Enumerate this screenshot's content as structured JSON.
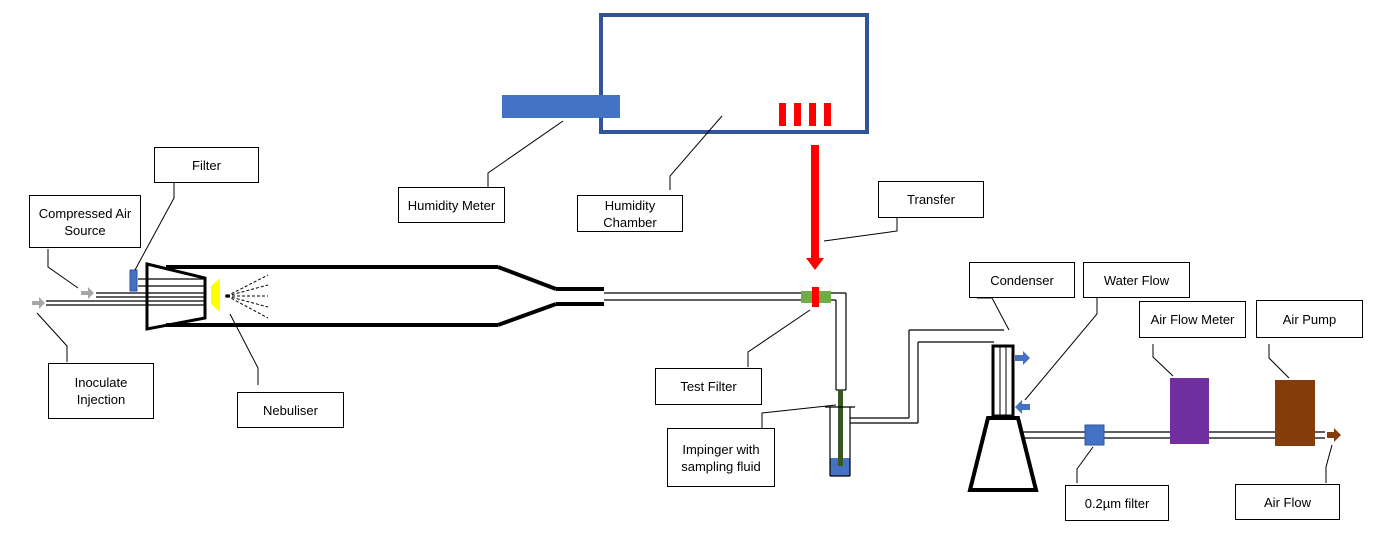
{
  "labels": {
    "filter": "Filter",
    "compressed_air_source": "Compressed Air\nSource",
    "inoculate_injection": "Inoculate\nInjection",
    "nebuliser": "Nebuliser",
    "humidity_meter": "Humidity Meter",
    "humidity_chamber": "Humidity\nChamber",
    "transfer": "Transfer",
    "test_filter": "Test Filter",
    "impinger": "Impinger with\nsampling fluid",
    "condenser": "Condenser",
    "water_flow": "Water Flow",
    "air_flow_meter": "Air Flow Meter",
    "air_pump": "Air Pump",
    "filter_02": "0.2µm filter",
    "air_flow": "Air Flow"
  },
  "colors": {
    "line": "#000000",
    "chamber_border": "#2F5597",
    "meter_blue": "#4472C4",
    "heater_red": "#FF0000",
    "nebuliser_yellow": "#FFFF00",
    "filter_green": "#70AD47",
    "impinger_tube": "#375623",
    "flow_meter_purple": "#7030A0",
    "pump_brown": "#843C0C",
    "arrow_grey": "#A6A6A6"
  }
}
